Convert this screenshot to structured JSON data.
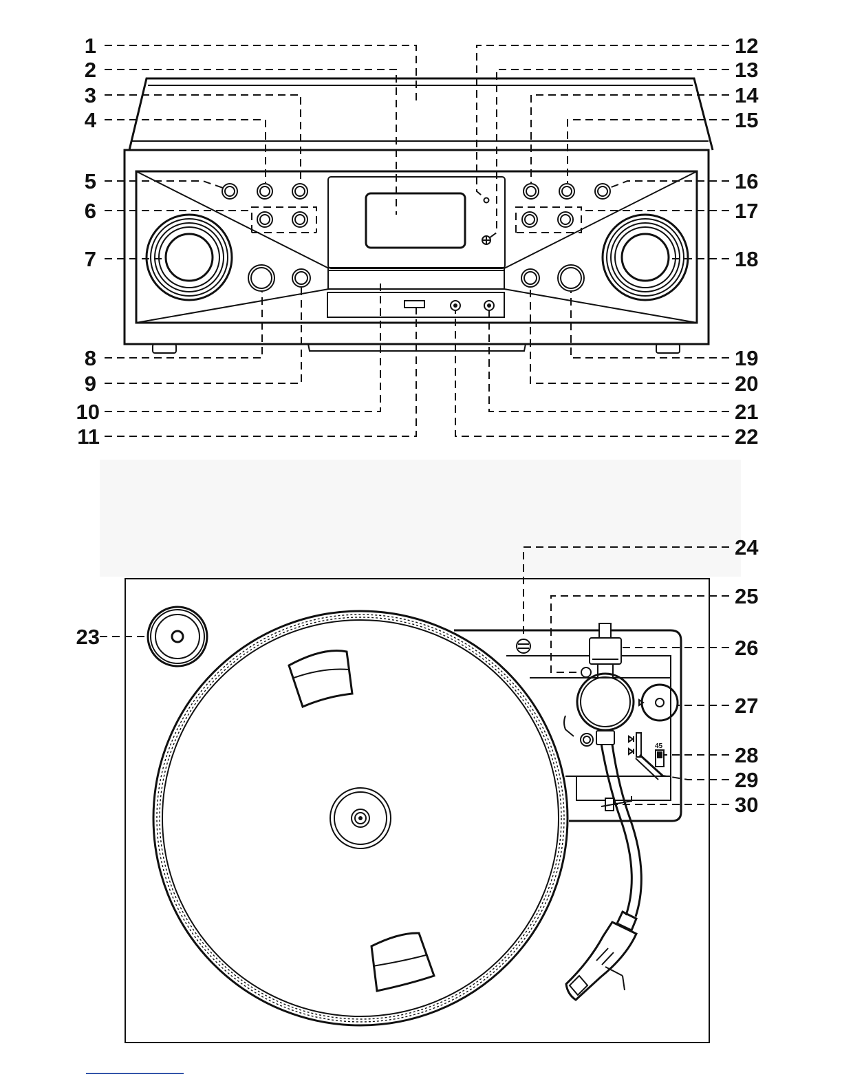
{
  "figure": {
    "front_view": {
      "callouts": [
        {
          "id": "callout-1",
          "text": "1"
        },
        {
          "id": "callout-2",
          "text": "2"
        },
        {
          "id": "callout-3",
          "text": "3"
        },
        {
          "id": "callout-4",
          "text": "4"
        },
        {
          "id": "callout-5",
          "text": "5"
        },
        {
          "id": "callout-6",
          "text": "6"
        },
        {
          "id": "callout-7",
          "text": "7"
        },
        {
          "id": "callout-8",
          "text": "8"
        },
        {
          "id": "callout-9",
          "text": "9"
        },
        {
          "id": "callout-10",
          "text": "10"
        },
        {
          "id": "callout-11",
          "text": "11"
        },
        {
          "id": "callout-12",
          "text": "12"
        },
        {
          "id": "callout-13",
          "text": "13"
        },
        {
          "id": "callout-14",
          "text": "14"
        },
        {
          "id": "callout-15",
          "text": "15"
        },
        {
          "id": "callout-16",
          "text": "16"
        },
        {
          "id": "callout-17",
          "text": "17"
        },
        {
          "id": "callout-18",
          "text": "18"
        },
        {
          "id": "callout-19",
          "text": "19"
        },
        {
          "id": "callout-20",
          "text": "20"
        },
        {
          "id": "callout-21",
          "text": "21"
        },
        {
          "id": "callout-22",
          "text": "22"
        }
      ]
    },
    "top_view": {
      "callouts": [
        {
          "id": "callout-23",
          "text": "23"
        },
        {
          "id": "callout-24",
          "text": "24"
        },
        {
          "id": "callout-25",
          "text": "25"
        },
        {
          "id": "callout-26",
          "text": "26"
        },
        {
          "id": "callout-27",
          "text": "27"
        },
        {
          "id": "callout-28",
          "text": "28"
        },
        {
          "id": "callout-29",
          "text": "29"
        },
        {
          "id": "callout-30",
          "text": "30"
        }
      ],
      "speed_marking": "45"
    }
  }
}
